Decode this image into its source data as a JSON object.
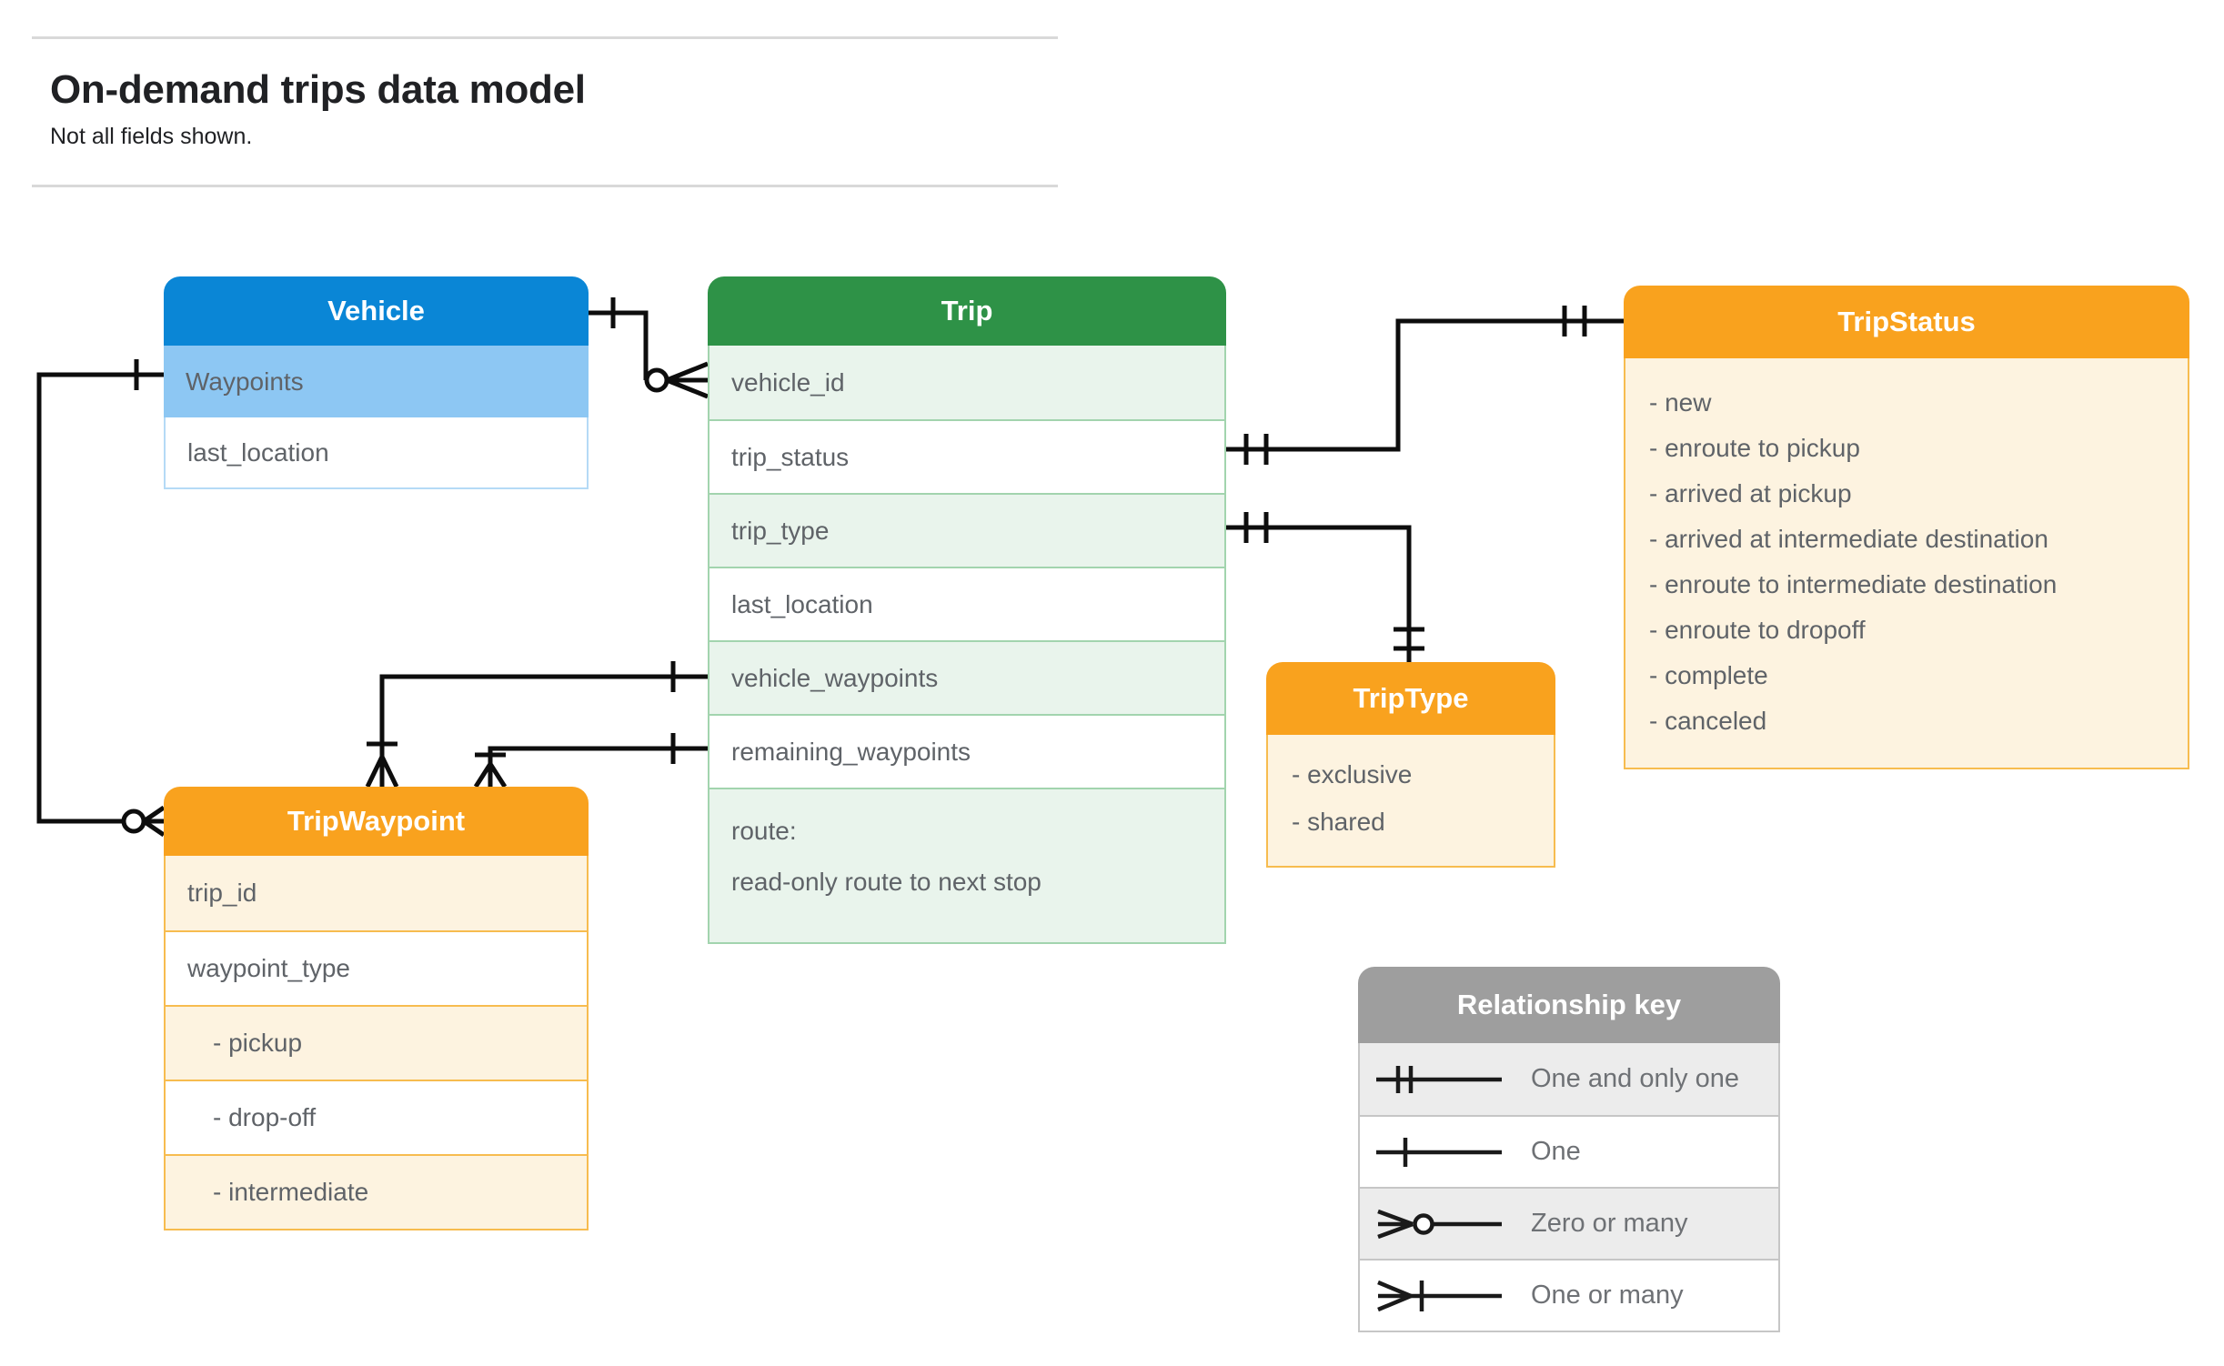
{
  "page": {
    "title": "On-demand trips data model",
    "subtitle": "Not all fields shown."
  },
  "colors": {
    "blue": "#0a86d6",
    "blue_light": "#8dc7f3",
    "blue_border": "#b5daf6",
    "green": "#2e9247",
    "green_light": "#e9f4ec",
    "green_border": "#a2d4ae",
    "orange": "#f9a21e",
    "cream": "#fdf3e0",
    "gold_border": "#f7bc4f",
    "gray": "#9e9e9e",
    "gray_light": "#ececec",
    "gray_border": "#c6c6c6",
    "text_dark": "#202124",
    "text_gray": "#5f6368",
    "line": "#0d0d0d"
  },
  "entities": {
    "vehicle": {
      "title": "Vehicle",
      "rows": [
        {
          "label": "Waypoints"
        },
        {
          "label": "last_location"
        }
      ]
    },
    "trip": {
      "title": "Trip",
      "rows": [
        {
          "label": "vehicle_id"
        },
        {
          "label": "trip_status"
        },
        {
          "label": "trip_type"
        },
        {
          "label": "last_location"
        },
        {
          "label": "vehicle_waypoints"
        },
        {
          "label": "remaining_waypoints"
        },
        {
          "label": "route:",
          "sub": "read-only route to next stop"
        }
      ]
    },
    "trip_status": {
      "title": "TripStatus",
      "items": [
        "- new",
        "- enroute to pickup",
        "- arrived at pickup",
        "- arrived at intermediate destination",
        "- enroute to intermediate destination",
        "- enroute to dropoff",
        "- complete",
        "- canceled"
      ]
    },
    "trip_type": {
      "title": "TripType",
      "items": [
        "- exclusive",
        "- shared"
      ]
    },
    "trip_waypoint": {
      "title": "TripWaypoint",
      "rows": [
        {
          "label": "trip_id"
        },
        {
          "label": "waypoint_type"
        },
        {
          "label": "- pickup"
        },
        {
          "label": "- drop-off"
        },
        {
          "label": "- intermediate"
        }
      ]
    }
  },
  "connectors": [
    {
      "from": "Vehicle",
      "to": "Trip.vehicle_id",
      "from_cardinality": "one",
      "to_cardinality": "zero-or-many"
    },
    {
      "from": "Trip.trip_status",
      "to": "TripStatus",
      "from_cardinality": "one-and-only-one",
      "to_cardinality": "one-and-only-one"
    },
    {
      "from": "Trip.trip_type",
      "to": "TripType",
      "from_cardinality": "one-and-only-one",
      "to_cardinality": "one-and-only-one"
    },
    {
      "from": "Trip.vehicle_waypoints",
      "to": "TripWaypoint",
      "from_cardinality": "one",
      "to_cardinality": "one-or-many"
    },
    {
      "from": "Trip.remaining_waypoints",
      "to": "TripWaypoint",
      "from_cardinality": "one",
      "to_cardinality": "one-or-many"
    },
    {
      "from": "Vehicle.Waypoints",
      "to": "TripWaypoint",
      "from_cardinality": "one",
      "to_cardinality": "zero-or-many"
    }
  ],
  "legend": {
    "title": "Relationship key",
    "rows": [
      {
        "symbol": "one-and-only-one",
        "label": "One and only one"
      },
      {
        "symbol": "one",
        "label": "One"
      },
      {
        "symbol": "zero-or-many",
        "label": "Zero or many"
      },
      {
        "symbol": "one-or-many",
        "label": "One or many"
      }
    ]
  }
}
